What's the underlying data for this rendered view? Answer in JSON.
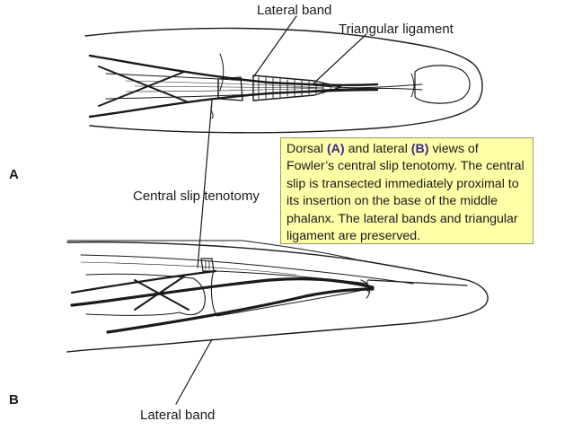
{
  "labels": {
    "lateral_band_top": "Lateral band",
    "triangular_ligament": "Triangular ligament",
    "central_slip_tenotomy": "Central slip tenotomy",
    "lateral_band_bottom": "Lateral band"
  },
  "panels": {
    "a": "A",
    "b": "B"
  },
  "caption": {
    "text_1": "Dorsal ",
    "tag_a": "(A)",
    "text_2": " and lateral ",
    "tag_b": "(B)",
    "text_3": " views of Fowler’s central slip tenotomy. The central slip is transected immediately proximal to its insertion on the base of the middle phalanx. The lateral bands and triangular ligament are preserved."
  },
  "colors": {
    "caption_background": "#ffffa8",
    "caption_highlight": "#3a2a8a",
    "ink": "#1a1a1a"
  }
}
